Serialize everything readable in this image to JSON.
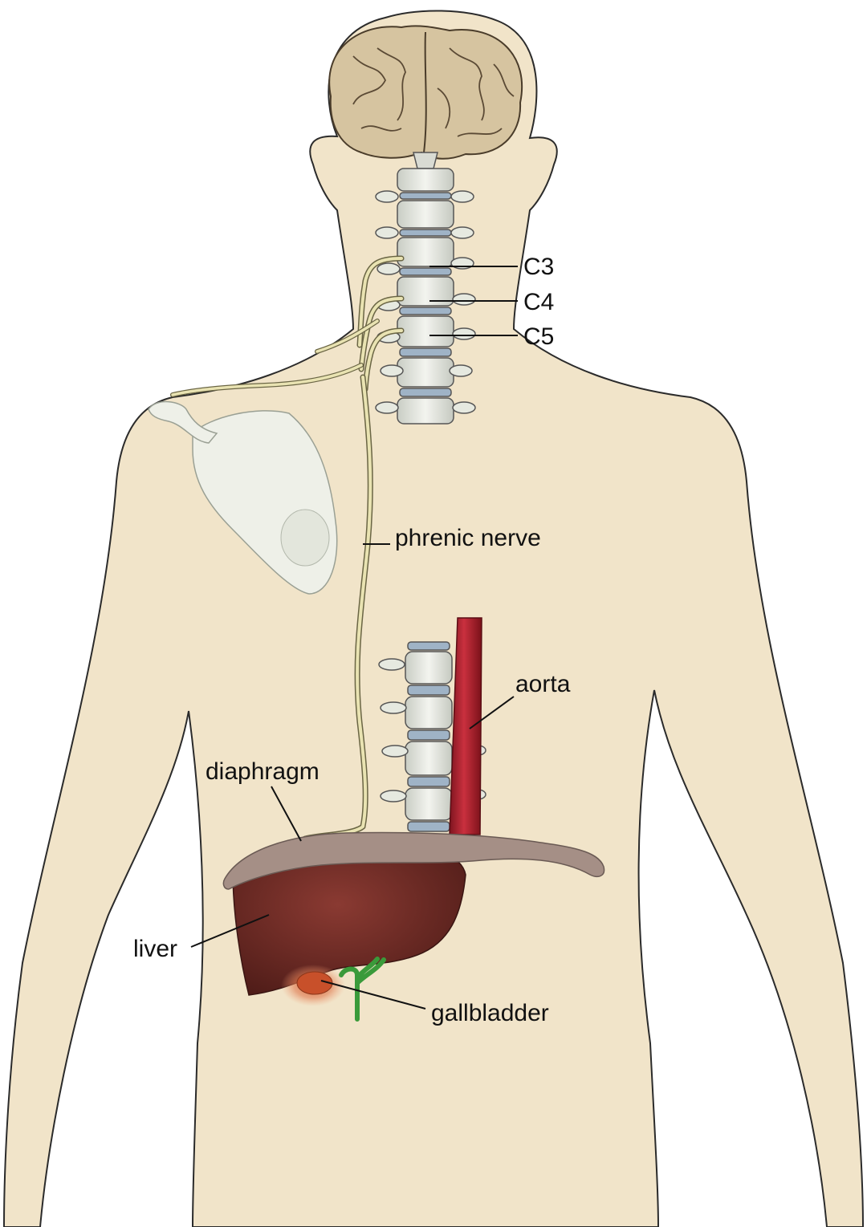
{
  "labels": {
    "c3": "C3",
    "c4": "C4",
    "c5": "C5",
    "phrenic_nerve": "phrenic nerve",
    "aorta": "aorta",
    "diaphragm": "diaphragm",
    "liver": "liver",
    "gallbladder": "gallbladder"
  },
  "colors": {
    "skin": "#f1e4c9",
    "outline": "#2b2b2b",
    "bone": "#e6e9e0",
    "disc": "#9fb3c6",
    "nerve": "#e9e3b2",
    "aorta": "#a61d2a",
    "liver": "#6e2b26",
    "diaphragm": "#a58f86",
    "gallbladder": "#c8502a",
    "bile_duct": "#3a9a3a",
    "brain": "#d6c4a0"
  }
}
